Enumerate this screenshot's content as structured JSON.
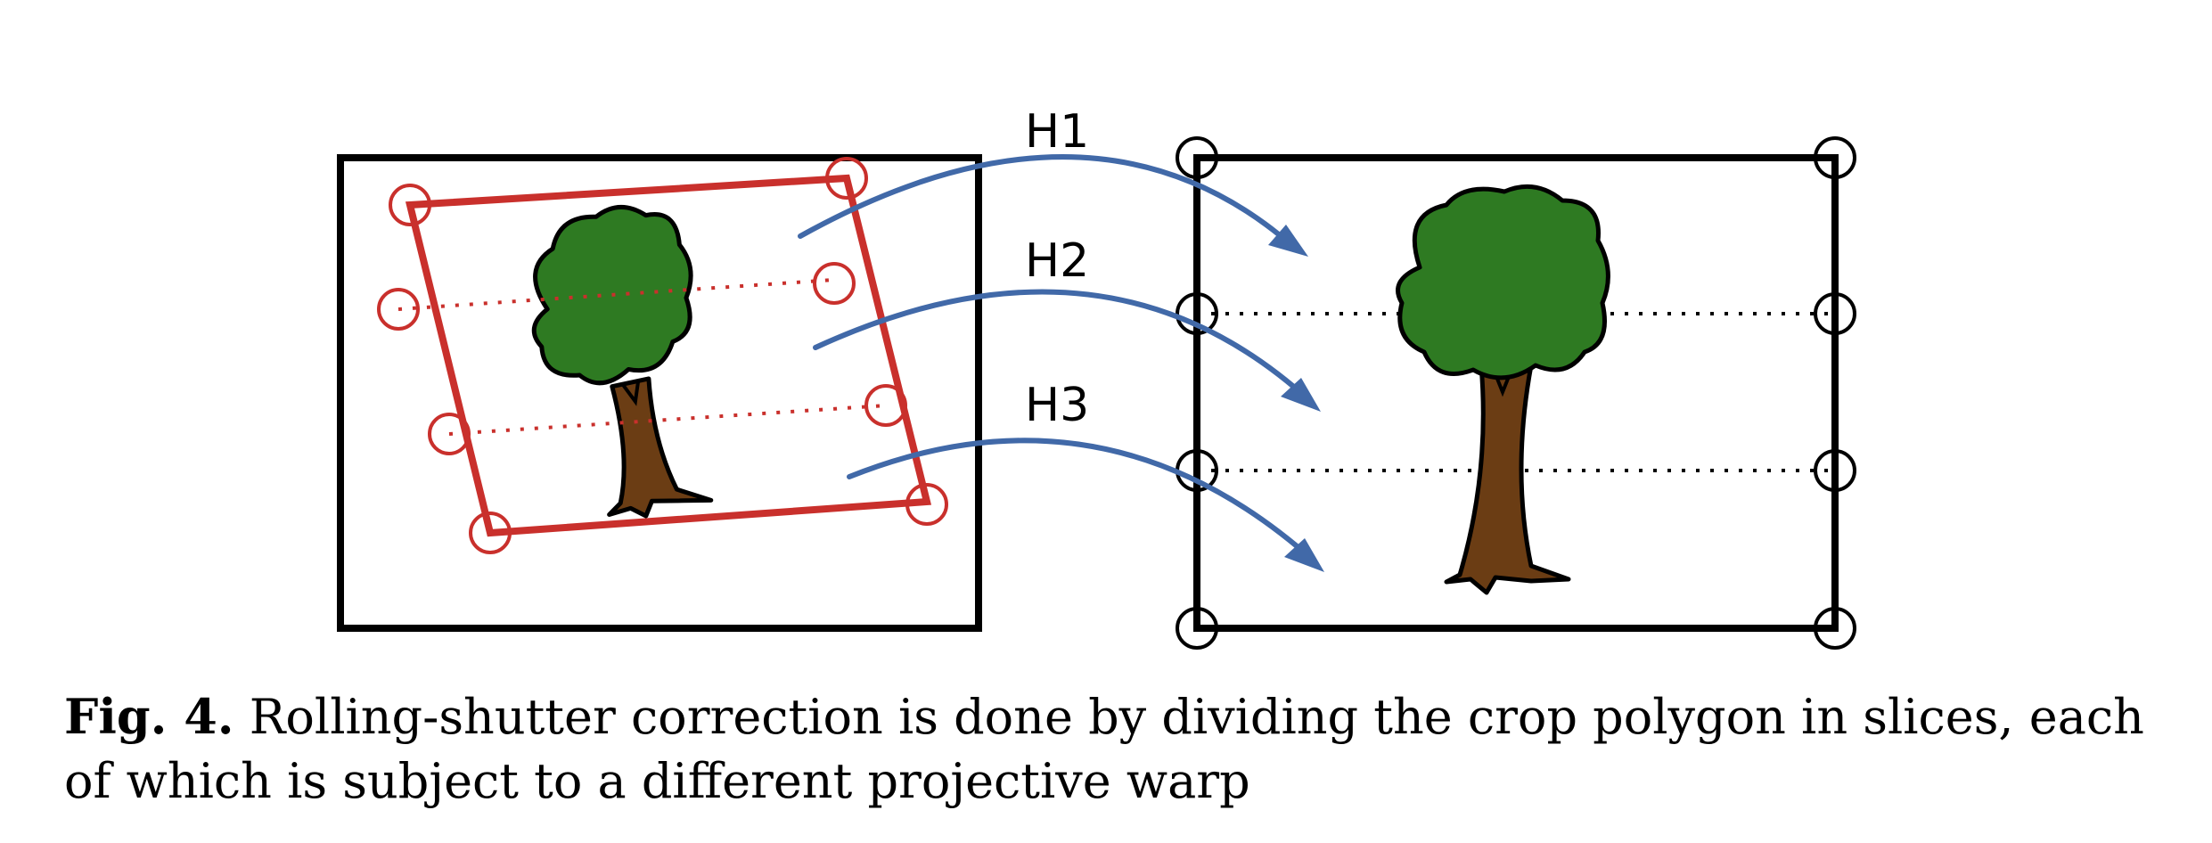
{
  "diagram": {
    "labels": {
      "h1": "H1",
      "h2": "H2",
      "h3": "H3"
    },
    "colors": {
      "frame": "#000000",
      "crop_polygon": "#c9302c",
      "arrow": "#4169a8",
      "foliage": "#2e7a22",
      "trunk": "#6b3d14"
    }
  },
  "caption": {
    "label": "Fig. 4.",
    "text": "Rolling-shutter correction is done by dividing the crop polygon in slices, each of which is subject to a different projective warp"
  }
}
